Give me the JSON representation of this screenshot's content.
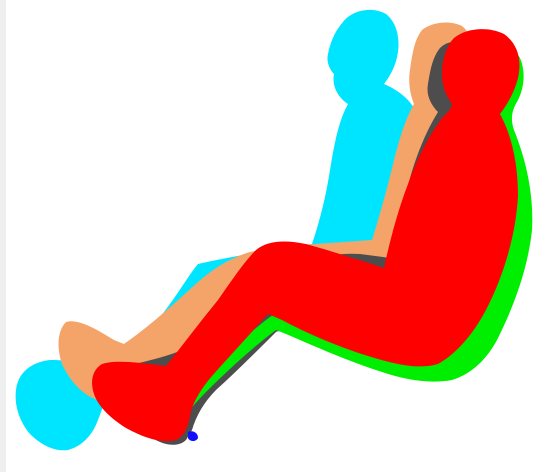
{
  "figure": {
    "silhouettes": [
      {
        "id": "cyan",
        "color": "#00e5ff"
      },
      {
        "id": "orange",
        "color": "#f5a469"
      },
      {
        "id": "dark",
        "color": "#4d4d4d"
      },
      {
        "id": "green",
        "color": "#00ee00"
      },
      {
        "id": "red",
        "color": "#ff0000"
      }
    ],
    "accent_blue": "#1010ff"
  }
}
